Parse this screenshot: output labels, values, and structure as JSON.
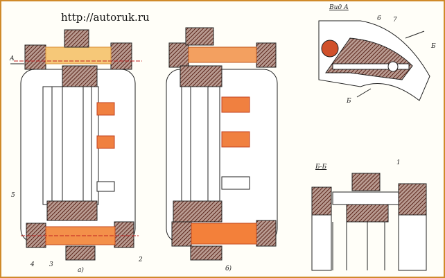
{
  "watermark": "http://autoruk.ru",
  "figure_a": {
    "caption": "а)",
    "arrow_label": "А",
    "callouts": [
      "5",
      "4",
      "3",
      "2"
    ]
  },
  "figure_b": {
    "caption": "б)"
  },
  "view_a": {
    "title": "Вид А",
    "callouts": [
      "6",
      "7"
    ],
    "section_marks": [
      "Б",
      "Б"
    ]
  },
  "section_bb": {
    "title": "Б-Б",
    "callouts": [
      "1"
    ]
  },
  "colors": {
    "frame": "#d08a2a",
    "highlight": "#f07a3a",
    "highlight_light": "#f6c060",
    "hatch": "#6b2a1e",
    "line": "#222222"
  }
}
